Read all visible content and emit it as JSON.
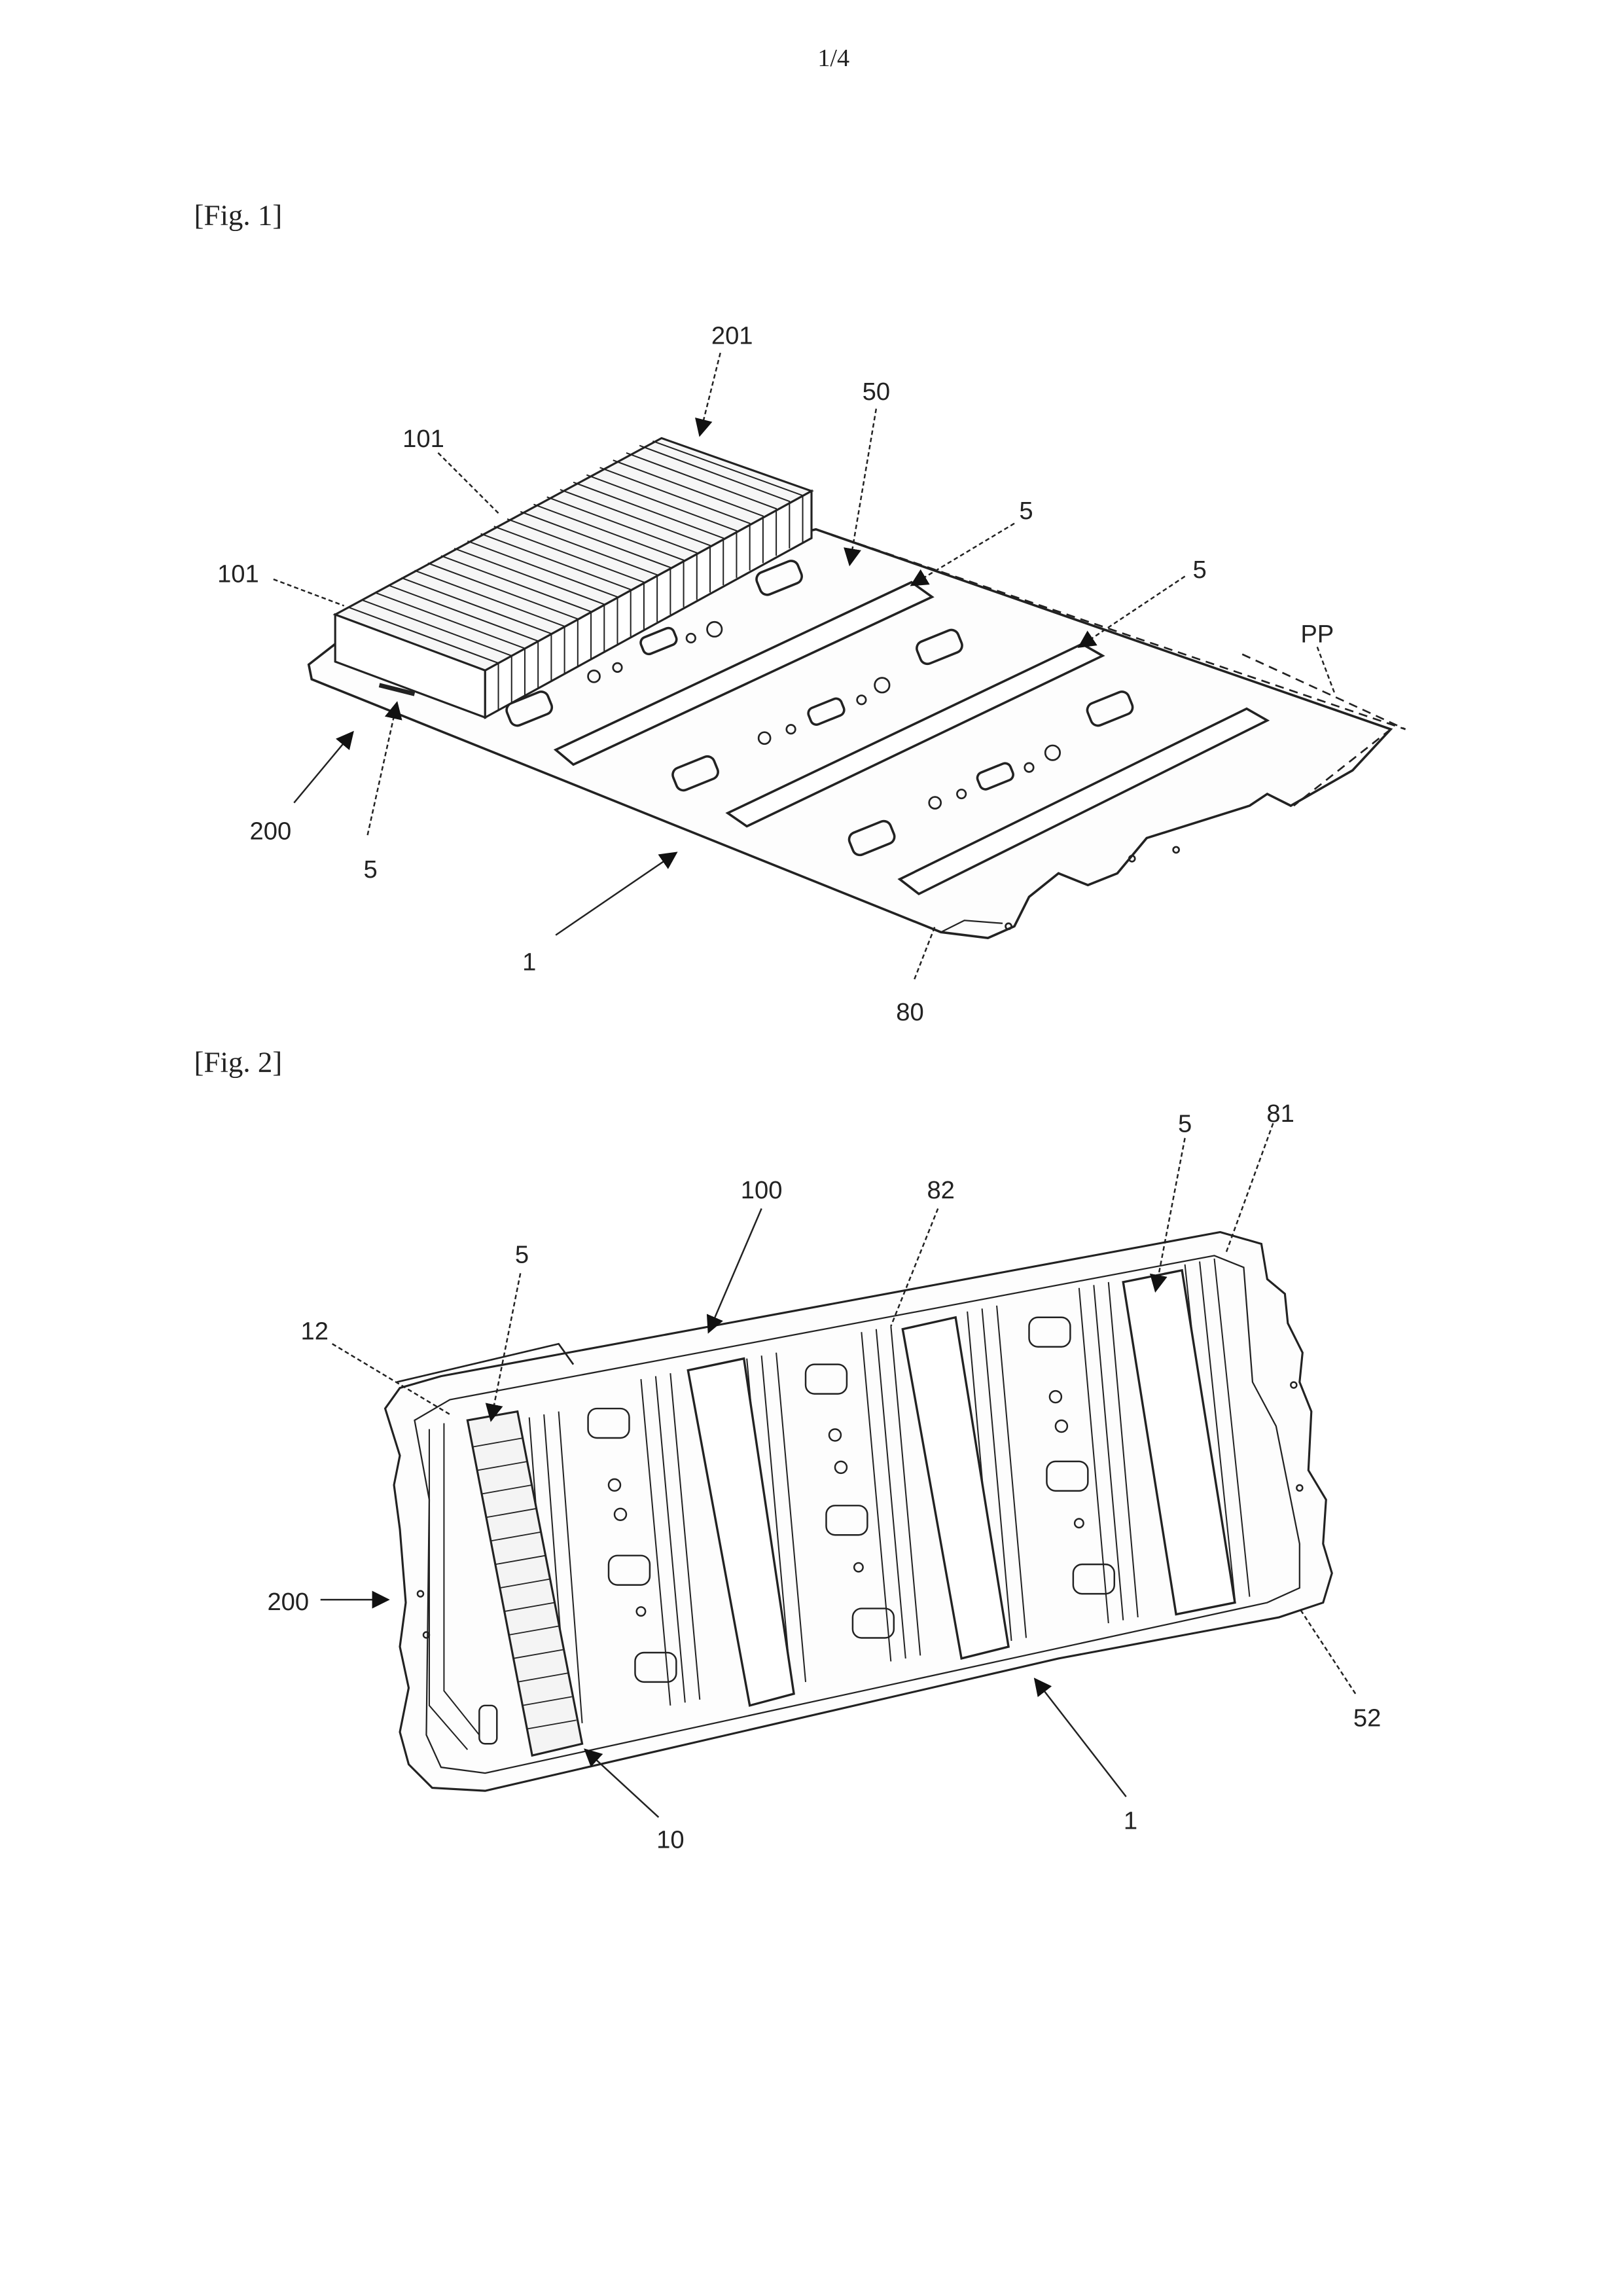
{
  "page": {
    "number": "1/4"
  },
  "fig1": {
    "caption": "[Fig. 1]",
    "labels": {
      "l201": "201",
      "l50": "50",
      "l101_top": "101",
      "l5_a": "5",
      "l5_b": "5",
      "l101_left": "101",
      "lPP": "PP",
      "l200": "200",
      "l5_c": "5",
      "l1": "1",
      "l80": "80"
    }
  },
  "fig2": {
    "caption": "[Fig. 2]",
    "labels": {
      "l5_a": "5",
      "l81": "81",
      "l100": "100",
      "l82": "82",
      "l5_b": "5",
      "l12": "12",
      "l200": "200",
      "l52": "52",
      "l10": "10",
      "l1": "1"
    }
  }
}
